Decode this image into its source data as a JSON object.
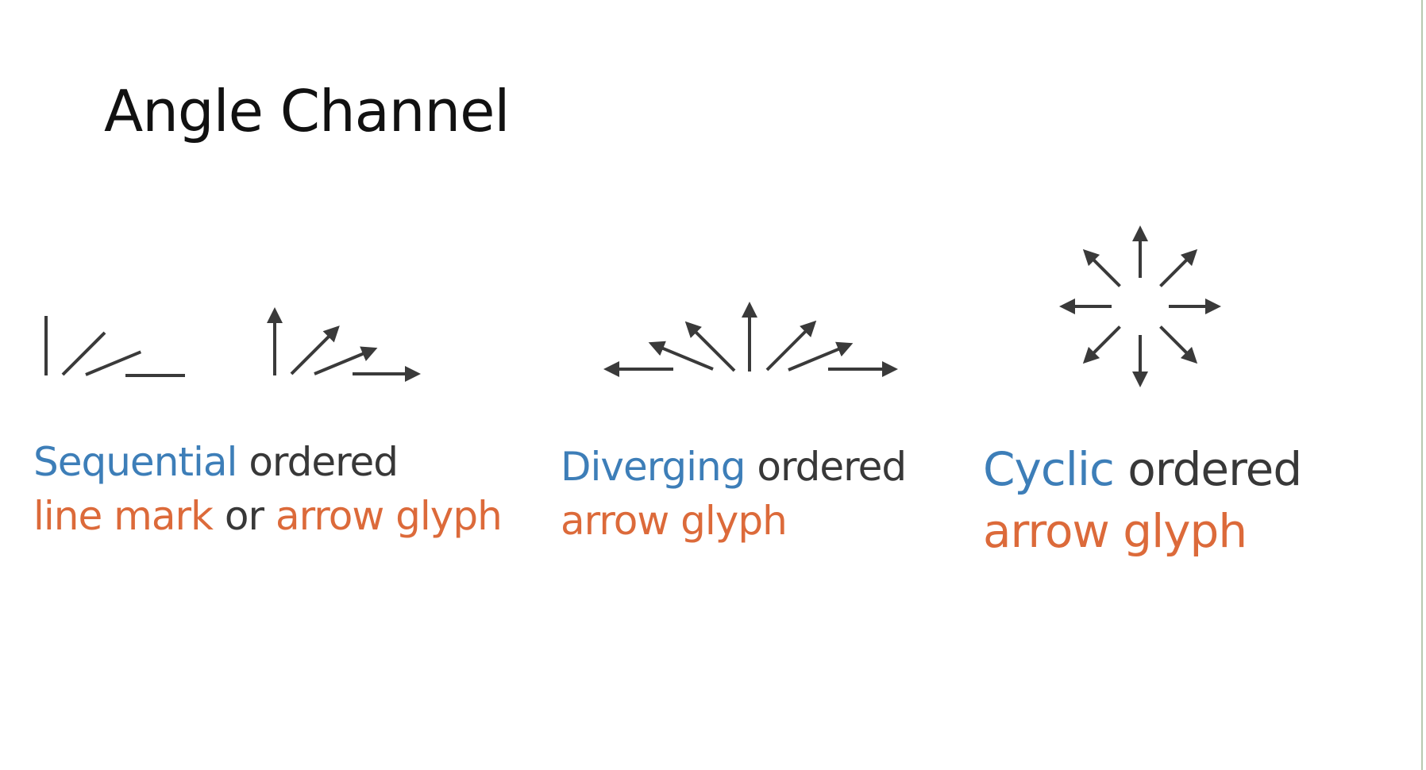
{
  "slide": {
    "title": "Angle Channel"
  },
  "captions": {
    "sequential": {
      "kind": "Sequential",
      "ordered": "ordered",
      "mark": "line mark",
      "or": "or",
      "glyph": "arrow glyph"
    },
    "diverging": {
      "kind": "Diverging",
      "ordered": "ordered",
      "glyph": "arrow glyph"
    },
    "cyclic": {
      "kind": "Cyclic",
      "ordered": "ordered",
      "glyph": "arrow glyph"
    }
  },
  "glyph_groups": {
    "sequential_lines_deg": [
      90,
      45,
      22.5,
      0
    ],
    "sequential_arrows_deg": [
      90,
      45,
      22.5,
      0
    ],
    "diverging_arrows_deg": [
      180,
      157.5,
      135,
      90,
      45,
      22.5,
      0
    ],
    "cyclic_arrows_deg": [
      0,
      45,
      90,
      135,
      180,
      225,
      270,
      315
    ]
  },
  "colors": {
    "kind_text": "#3d7eb8",
    "glyph_text": "#dc6a3a",
    "body_text": "#383838",
    "stroke": "#3a3a3a"
  }
}
